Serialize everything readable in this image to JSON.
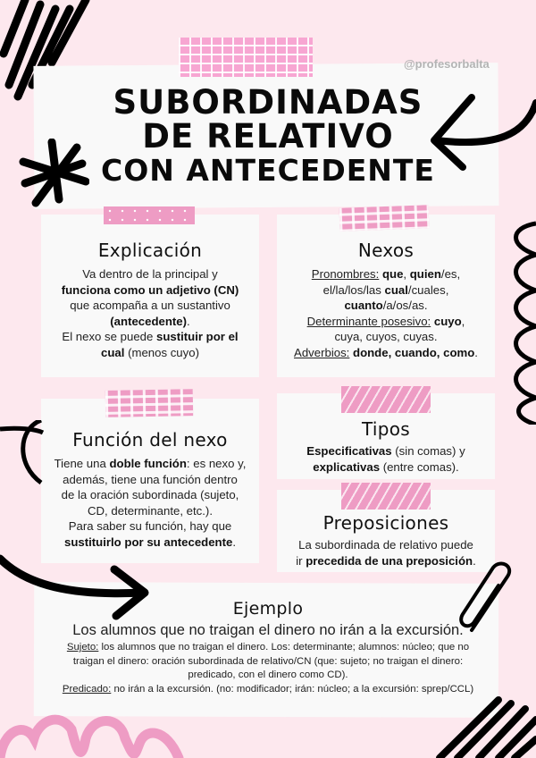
{
  "header": {
    "handle": "@profesorbalta",
    "title_lines": [
      "SUBORDINADAS",
      "DE RELATIVO",
      "CON ANTECEDENTE"
    ]
  },
  "cards": {
    "explicacion": {
      "title": "Explicación",
      "lines": [
        {
          "t": "Va dentro de la principal y"
        },
        {
          "b": "funciona como un adjetivo (CN)"
        },
        {
          "t": "que acompaña a un sustantivo"
        },
        {
          "b": "(antecedente)",
          "t2": "."
        },
        {
          "t": "El nexo se puede ",
          "b": "sustituir por el"
        },
        {
          "b": "cual",
          "t2": " (menos cuyo)"
        }
      ]
    },
    "nexos": {
      "title": "Nexos",
      "pronombres_label": "Pronombres:",
      "pronombres_1": "que",
      "pronombres_2": "quien",
      "pronombres_3": "/es,",
      "pronombres_line2_a": "el/la/los/las ",
      "pronombres_line2_b": "cual",
      "pronombres_line2_c": "/cuales,",
      "pronombres_line3_a": "cuanto",
      "pronombres_line3_b": "/a/os/as.",
      "determinante_label": "Determinante posesivo:",
      "determinante_b": "cuyo",
      "determinante_line2": "cuya, cuyos, cuyas.",
      "adverbios_label": "Adverbios:",
      "adverbios_b": "donde, cuando, como"
    },
    "funcion": {
      "title": "Función del nexo",
      "l1_a": "Tiene una ",
      "l1_b": "doble función",
      "l1_c": ": es nexo y,",
      "l2": "además, tiene una función dentro",
      "l3": "de la oración subordinada (sujeto,",
      "l4": "CD, determinante, etc.).",
      "l5": "Para saber su función, hay que",
      "l6_b": "sustituirlo por su antecedente",
      "l6_c": "."
    },
    "tipos": {
      "title": "Tipos",
      "l1_b": "Especificativas",
      "l1_c": " (sin comas) y",
      "l2_b": "explicativas",
      "l2_c": " (entre comas)."
    },
    "preposiciones": {
      "title": "Preposiciones",
      "l1": "La subordinada de relativo puede",
      "l2_a": "ir ",
      "l2_b": "precedida de una preposición",
      "l2_c": "."
    }
  },
  "example": {
    "title": "Ejemplo",
    "sentence": "Los alumnos que no traigan el dinero no irán a la excursión.",
    "sujeto_label": "Sujeto:",
    "sujeto_l1": " los alumnos que no traigan el dinero. Los: determinante; alumnos: núcleo; que no",
    "sujeto_l2": "traigan el dinero: oración subordinada de relativo/CN (que: sujeto; no traigan el dinero:",
    "sujeto_l3": "predicado, con el dinero como CD).",
    "predicado_label": "Predicado:",
    "predicado_text": " no irán a la excursión. (no: modificador; irán: núcleo; a la excursión: sprep/CCL)"
  },
  "colors": {
    "background": "#fde8ee",
    "paper": "#f9f9f9",
    "tape_pink": "#ee9cc4",
    "tape_light_pink": "#f7a6d2",
    "ink": "#0a0a0a",
    "handle_gray": "#b4b4b4"
  },
  "icons": [
    "scribble-icon",
    "asterisk-icon",
    "arrow-left-icon",
    "zigzag-icon",
    "arrow-right-icon",
    "paperclip-icon",
    "loops-icon"
  ]
}
